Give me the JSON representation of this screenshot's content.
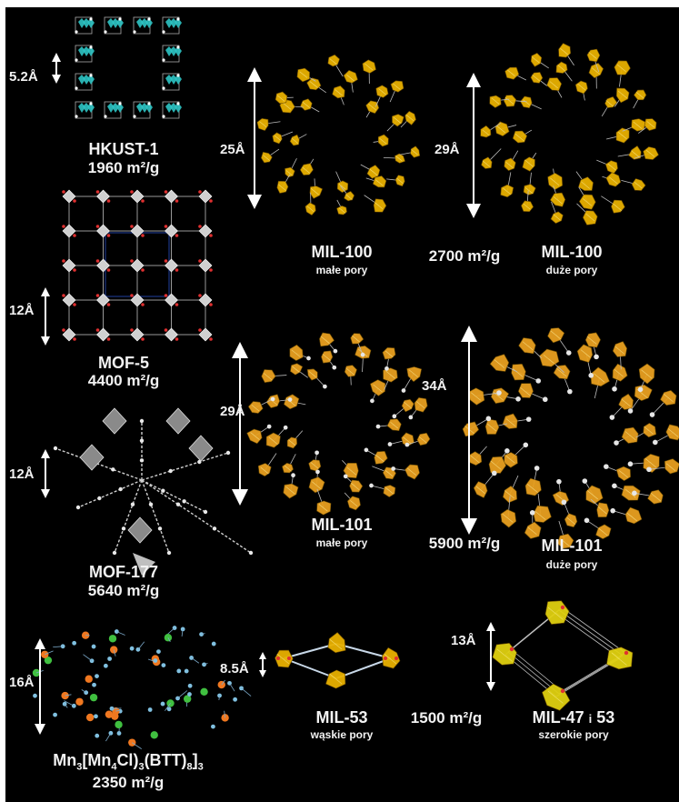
{
  "structures": [
    {
      "id": "hkust1",
      "name": "HKUST-1",
      "area": "1960 m²/g",
      "pore": "5.2Å"
    },
    {
      "id": "mil100-small",
      "name": "MIL-100",
      "pore_type": "małe pory",
      "pore": "25Å"
    },
    {
      "id": "mil100-large",
      "name": "MIL-100",
      "pore_type": "duże pory",
      "pore": "29Å"
    },
    {
      "id": "mof5",
      "name": "MOF-5",
      "area": "4400 m²/g",
      "pore": "12Å"
    },
    {
      "id": "mil101-small",
      "name": "MIL-101",
      "pore_type": "małe pory",
      "pore": "29Å"
    },
    {
      "id": "mil101-large",
      "name": "MIL-101",
      "pore_type": "duże pory",
      "pore": "34Å"
    },
    {
      "id": "mof177",
      "name": "MOF-177",
      "area": "5640 m²/g",
      "pore": "12Å"
    },
    {
      "id": "mn-btt",
      "name": "Mn₃[Mn₄Cl)₃(BTT)₈]₃",
      "area": "2350 m²/g",
      "pore": "16Å"
    },
    {
      "id": "mil53",
      "name": "MIL-53",
      "pore_type": "wąskie pory",
      "pore": "8.5Å"
    },
    {
      "id": "mil47-53",
      "name": "MIL-47 i 53",
      "pore_type": "szerokie pory",
      "pore": "13Å"
    }
  ],
  "shared_areas": {
    "mil100": "2700 m²/g",
    "mil101": "5900 m²/g",
    "mil53": "1500 m²/g"
  },
  "colors": {
    "background": "#000000",
    "text": "#f2f2f2",
    "cu_paddlewheel": "#2ec4c4",
    "fe_cr_octahedra": "#e8b000",
    "mil101_octahedra": "#e8a020",
    "zn_clusters": "#d0d0d0",
    "oxygen": "#e03030",
    "mn_atoms": "#f07820",
    "cl_atoms": "#40c040",
    "ligand_n": "#80c0e0"
  }
}
